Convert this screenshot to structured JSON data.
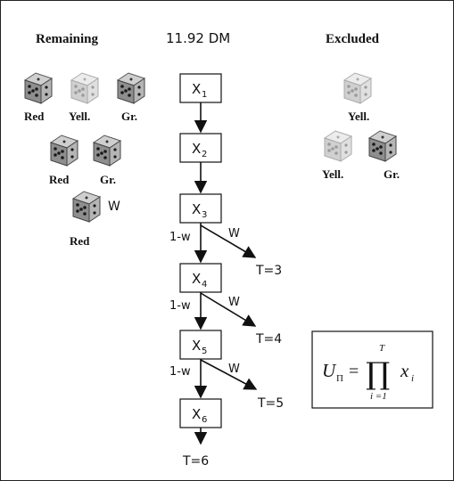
{
  "header": {
    "remaining": "Remaining",
    "amount": "11.92 DM",
    "excluded": "Excluded"
  },
  "dice_labels": {
    "red": "Red",
    "yellow": "Yell.",
    "green": "Gr.",
    "w": "W"
  },
  "nodes": [
    "X",
    "X",
    "X",
    "X",
    "X",
    "X"
  ],
  "node_subscripts": [
    "1",
    "2",
    "3",
    "4",
    "5",
    "6"
  ],
  "branch": {
    "stay": "1-w",
    "exit": "W"
  },
  "terminals": [
    "T=3",
    "T=4",
    "T=5",
    "T=6"
  ],
  "formula": {
    "lhs": "U",
    "lhs_sub": "Π",
    "eq": "=",
    "upper": "T",
    "product": "∏",
    "lower": "i =1",
    "term": "x",
    "term_sub": "i"
  },
  "colors": {
    "ink": "#111111",
    "die_dark_face": "#9a9a9a",
    "die_light_face": "#d4d4d4",
    "die_dark_pip": "#222222",
    "die_light_pip": "#9a9a9a"
  }
}
